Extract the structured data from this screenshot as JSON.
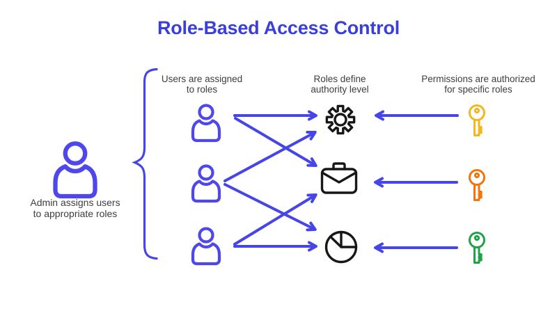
{
  "title": "Role-Based Access Control",
  "palette": {
    "title_blue": "#3a3fdb",
    "diagram_blue": "#4645e8",
    "user_icon_blue": "#4f47ee",
    "icon_black": "#171717",
    "text_gray": "#3d3d3d"
  },
  "labels": {
    "admin": "Admin assigns users\nto appropriate roles",
    "users_column": "Users are assigned\nto roles",
    "roles_column": "Roles define\nauthority level",
    "permissions_column": "Permissions are authorized\nfor specific roles"
  },
  "diagram": {
    "admin": {
      "icon": "user-icon"
    },
    "users": [
      {
        "id": "user-1",
        "icon": "user-icon"
      },
      {
        "id": "user-2",
        "icon": "user-icon"
      },
      {
        "id": "user-3",
        "icon": "user-icon"
      }
    ],
    "roles": [
      {
        "id": "role-1",
        "icon": "gear-icon"
      },
      {
        "id": "role-2",
        "icon": "briefcase-icon"
      },
      {
        "id": "role-3",
        "icon": "pie-chart-icon"
      }
    ],
    "keys": [
      {
        "id": "key-1",
        "icon": "key-icon",
        "color": "#f3b71f"
      },
      {
        "id": "key-2",
        "icon": "key-icon",
        "color": "#f2740e"
      },
      {
        "id": "key-3",
        "icon": "key-icon",
        "color": "#1fa347"
      }
    ],
    "assignments": [
      {
        "from": "user-1",
        "to": "role-1"
      },
      {
        "from": "user-1",
        "to": "role-2"
      },
      {
        "from": "user-2",
        "to": "role-1"
      },
      {
        "from": "user-2",
        "to": "role-3"
      },
      {
        "from": "user-3",
        "to": "role-2"
      },
      {
        "from": "user-3",
        "to": "role-3"
      }
    ],
    "authorizations": [
      {
        "from": "key-1",
        "to": "role-1"
      },
      {
        "from": "key-2",
        "to": "role-2"
      },
      {
        "from": "key-3",
        "to": "role-3"
      }
    ]
  }
}
